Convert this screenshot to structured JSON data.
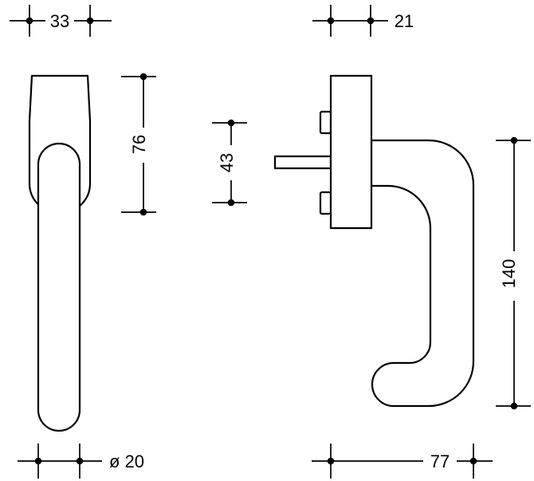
{
  "colors": {
    "line": "#000000",
    "background": "#ffffff"
  },
  "dimensions": {
    "front_width": "33",
    "rosette_width": "21",
    "front_height": "76",
    "fixing_centres": "43",
    "lever_length": "140",
    "grip_diameter": "ø 20",
    "projection": "77"
  }
}
